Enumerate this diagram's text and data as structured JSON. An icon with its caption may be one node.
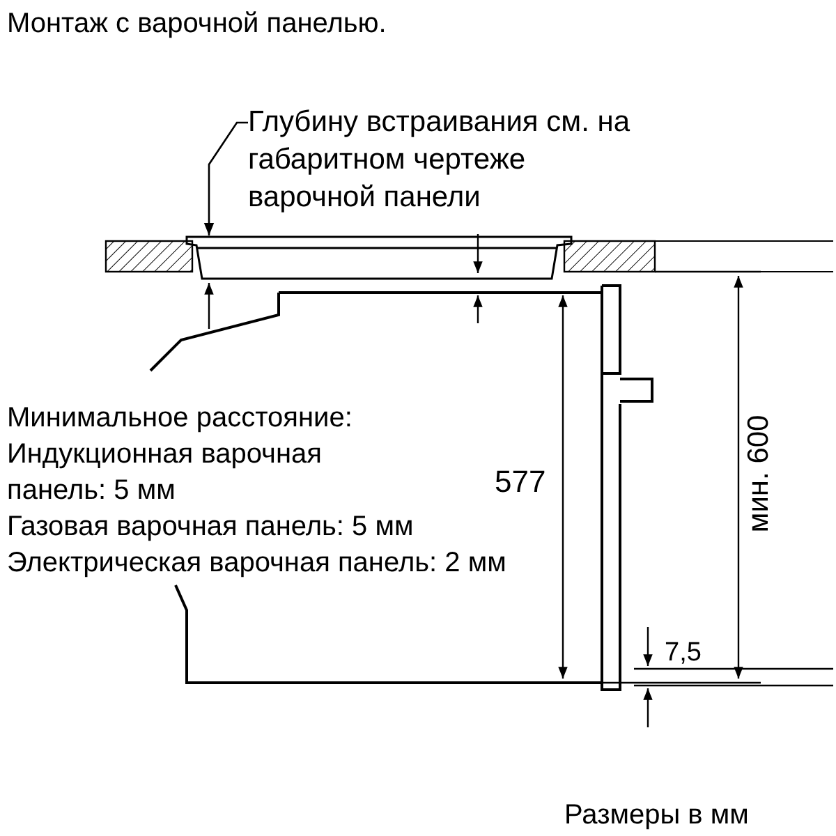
{
  "diagram": {
    "title": "Монтаж с варочной панелью.",
    "caption": "Размеры в мм",
    "nodes": [
      {
        "text": [
          "Глубину встраивания см. на габаритном чертеже варочной панели"
        ]
      },
      {
        "text": [],
        "shape": "picture"
      }
    ],
    "edges": [
      {
        "from": 0,
        "to": 1,
        "arrow": "to"
      }
    ],
    "labels": [
      "Минимальное расстояние:",
      "Индукционная варочная панель: 5 мм",
      "Газовая варочная панель: 5 мм",
      "Электрическая варочная панель: 2 мм",
      "577",
      "мин. 600",
      "7,5"
    ]
  }
}
